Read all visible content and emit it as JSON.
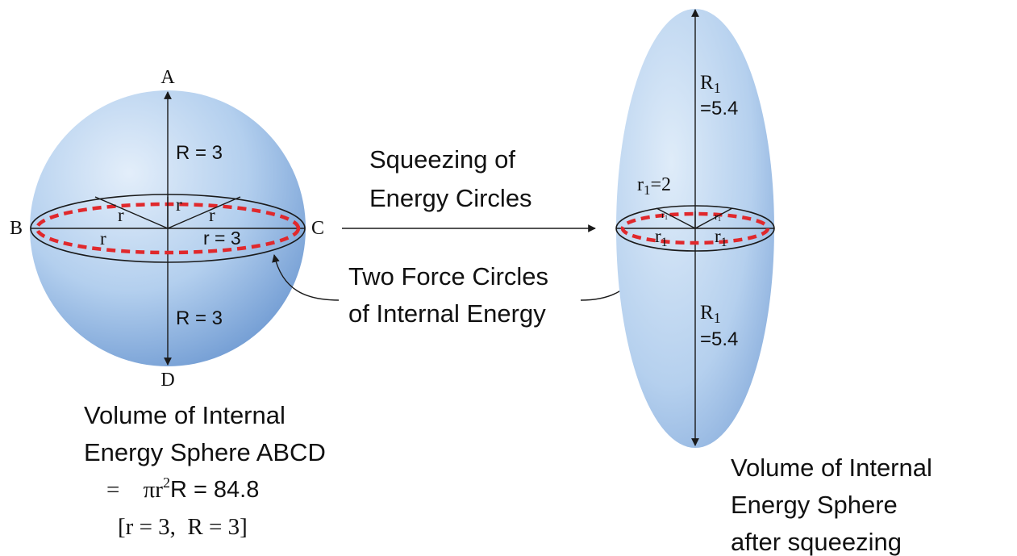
{
  "sphere": {
    "point_labels": {
      "a": "A",
      "b": "B",
      "c": "C",
      "d": "D"
    },
    "radius_top_label": "R = 3",
    "radius_bottom_label": "R = 3",
    "small_radius_labels": [
      "r",
      "r",
      "r",
      "r"
    ],
    "r_equals_label": "r = 3"
  },
  "middle": {
    "squeeze_line1": "Squeezing of",
    "squeeze_line2": "Energy Circles",
    "force_line1": "Two Force Circles",
    "force_line2": "of Internal Energy"
  },
  "ellipsoid": {
    "top_R_symbol": "R",
    "top_R_subscript": "1",
    "top_value": "=5.4",
    "bottom_R_symbol": "R",
    "bottom_R_subscript": "1",
    "bottom_value": "=5.4",
    "r1_eq_symbol": "r",
    "r1_eq_subscript": "1",
    "r1_eq_value": "=2",
    "small_r1_labels": [
      "r",
      "r"
    ],
    "small_r1_subscript": "1",
    "r1_labels": [
      "r",
      "r"
    ],
    "r1_subscript": "1"
  },
  "captions": {
    "left_line1": "Volume of Internal",
    "left_line2": "Energy Sphere ABCD",
    "formula_eq": "=",
    "formula_pi": "π",
    "formula_r": "r",
    "formula_exp": "2",
    "formula_rest": "R = 84.8",
    "formula_params": "[r = 3,  R = 3]",
    "right_line1": "Volume of Internal",
    "right_line2": "Energy Sphere",
    "right_line3": "after squeezing"
  },
  "colors": {
    "shape_fill_light": "#dbe9f7",
    "shape_fill_mid": "#a9c8ea",
    "shape_fill_dark": "#6d97cf",
    "dashed_circle": "#e0282c",
    "lines": "#1a1a1a"
  }
}
